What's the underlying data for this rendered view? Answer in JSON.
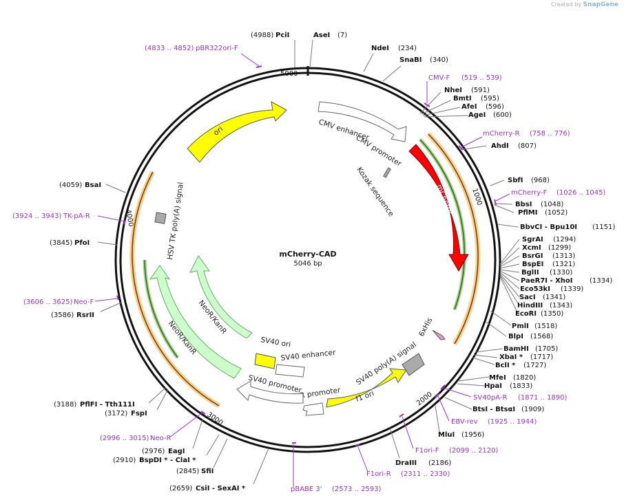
{
  "watermark": {
    "prefix": "Created by",
    "brand": "SnapGene"
  },
  "plasmid": {
    "name": "mCherry-CAD",
    "size": "5046 bp"
  },
  "ticks": [
    "1000",
    "2000",
    "3000",
    "5000",
    "4000"
  ],
  "features": {
    "ori": "ori",
    "cmv_enhancer": "CMV enhancer",
    "cmv_promoter": "CMV promoter",
    "kozak": "Kozak sequence",
    "mcherry": "mCherry",
    "his": "6xHis",
    "sv40_polya": "SV40 poly(A) signal",
    "f1_ori": "f1 ori",
    "ampr_promoter": "AmpR promoter",
    "sv40_promoter": "SV40 promoter",
    "sv40_ori": "SV40 ori",
    "sv40_enhancer": "SV40 enhancer",
    "neor_inner": "NeoR/KanR",
    "neor_outer": "NeoR/KanR",
    "hsv_polya": "HSV TK poly(A) signal"
  },
  "enzymes": [
    {
      "name": "PciI",
      "pos": "(4988)"
    },
    {
      "name": "AseI",
      "pos": "(7)"
    },
    {
      "name": "NdeI",
      "pos": "(234)"
    },
    {
      "name": "SnaBI",
      "pos": "(340)"
    },
    {
      "name": "NheI",
      "pos": "(591)"
    },
    {
      "name": "BmtI",
      "pos": "(595)"
    },
    {
      "name": "AfeI",
      "pos": "(596)"
    },
    {
      "name": "AgeI",
      "pos": "(600)"
    },
    {
      "name": "AhdI",
      "pos": "(807)"
    },
    {
      "name": "SbfI",
      "pos": "(968)"
    },
    {
      "name": "BbsI",
      "pos": "(1048)"
    },
    {
      "name": "PflMI",
      "pos": "(1052)"
    },
    {
      "name": "BbvCI - Bpu10I",
      "pos": "(1151)"
    },
    {
      "name": "SgrAI",
      "pos": "(1294)"
    },
    {
      "name": "XcmI",
      "pos": "(1299)"
    },
    {
      "name": "BsrGI",
      "pos": "(1313)"
    },
    {
      "name": "BspEI",
      "pos": "(1321)"
    },
    {
      "name": "BglII",
      "pos": "(1330)"
    },
    {
      "name": "PaeR7I - XhoI",
      "pos": "(1334)"
    },
    {
      "name": "Eco53kI",
      "pos": "(1339)"
    },
    {
      "name": "SacI",
      "pos": "(1341)"
    },
    {
      "name": "HindIII",
      "pos": "(1343)"
    },
    {
      "name": "EcoRI",
      "pos": "(1350)"
    },
    {
      "name": "PmlI",
      "pos": "(1518)"
    },
    {
      "name": "BlpI",
      "pos": "(1568)"
    },
    {
      "name": "BamHI",
      "pos": "(1705)"
    },
    {
      "name": "XbaI *",
      "pos": "(1717)"
    },
    {
      "name": "BclI *",
      "pos": "(1727)"
    },
    {
      "name": "MfeI",
      "pos": "(1820)"
    },
    {
      "name": "HpaI",
      "pos": "(1833)"
    },
    {
      "name": "BtsI - BtsαI",
      "pos": "(1909)"
    },
    {
      "name": "MluI",
      "pos": "(1956)"
    },
    {
      "name": "DraIII",
      "pos": "(2186)"
    },
    {
      "name": "CsiI - SexAI *",
      "pos": "(2659)"
    },
    {
      "name": "SfiI",
      "pos": "(2845)"
    },
    {
      "name": "BspDI * - ClaI *",
      "pos": "(2910)"
    },
    {
      "name": "EagI",
      "pos": "(2976)"
    },
    {
      "name": "FspI",
      "pos": "(3172)"
    },
    {
      "name": "PflFI - Tth111I",
      "pos": "(3188)"
    },
    {
      "name": "RsrII",
      "pos": "(3586)"
    },
    {
      "name": "PfoI",
      "pos": "(3845)"
    },
    {
      "name": "BsaI",
      "pos": "(4059)"
    }
  ],
  "primers": [
    {
      "name": "pBR322ori-F",
      "range": "(4833 .. 4852)"
    },
    {
      "name": "CMV-F",
      "range": "(519 .. 539)"
    },
    {
      "name": "mCherry-R",
      "range": "(758 .. 776)"
    },
    {
      "name": "mCherry-F",
      "range": "(1026 .. 1045)"
    },
    {
      "name": "SV40pA-R",
      "range": "(1871 .. 1890)"
    },
    {
      "name": "EBV-rev",
      "range": "(1925 .. 1944)"
    },
    {
      "name": "F1ori-F",
      "range": "(2099 .. 2120)"
    },
    {
      "name": "F1ori-R",
      "range": "(2311 .. 2330)"
    },
    {
      "name": "pBABE 3'",
      "range": "(2573 .. 2593)"
    },
    {
      "name": "Neo-R",
      "range": "(2996 .. 3015)"
    },
    {
      "name": "Neo-F",
      "range": "(3606 .. 3625)"
    },
    {
      "name": "TK-pA-R",
      "range": "(3924 .. 3943)"
    }
  ],
  "colors": {
    "ori": "#ffff00",
    "mcherry": "#ff0000",
    "neo": "#ccffcc",
    "primer": "#9933cc",
    "orf_orange": "#f5a623",
    "orf_green": "#5aaa2a"
  }
}
